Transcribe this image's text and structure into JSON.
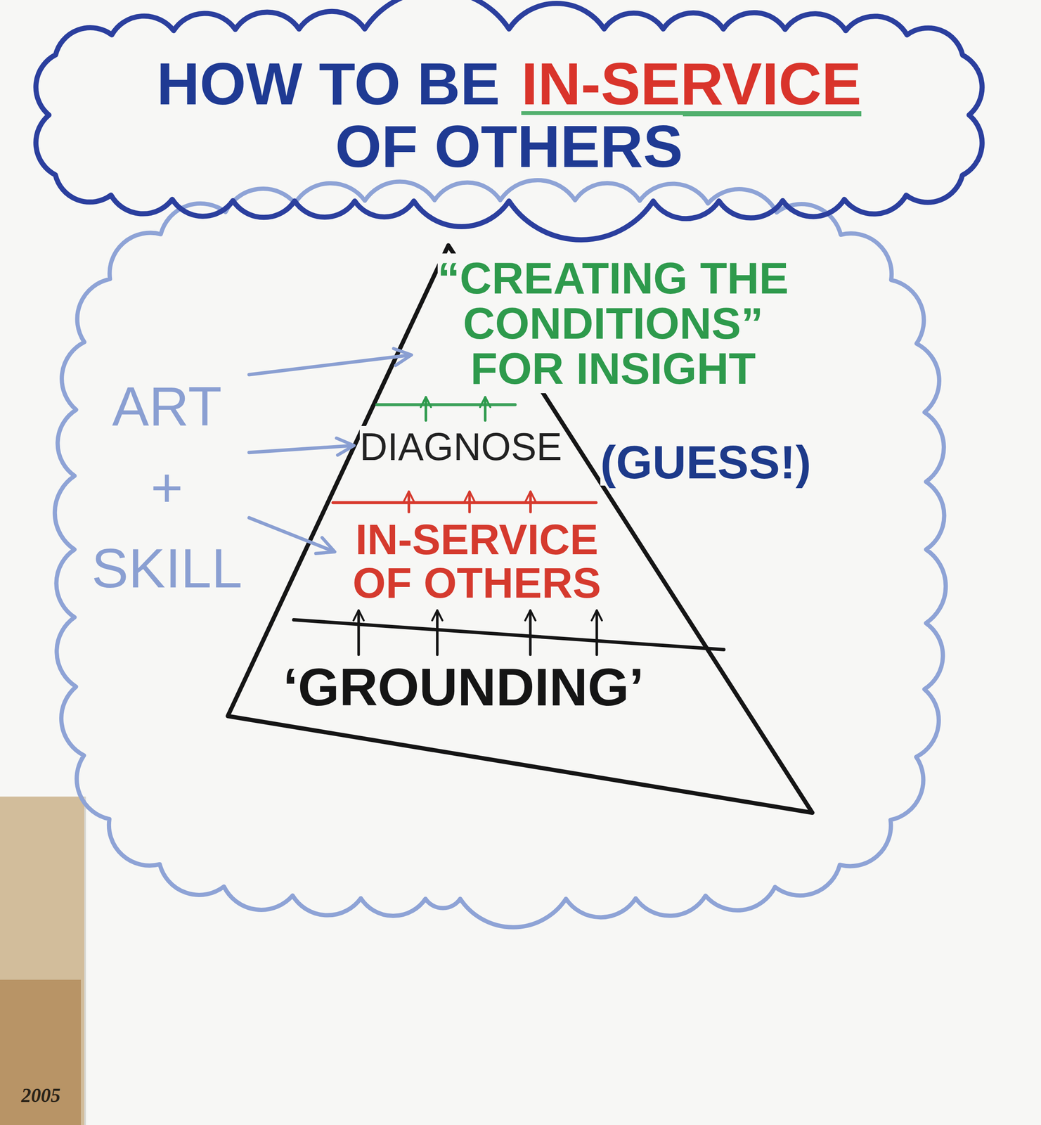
{
  "diagram": {
    "nodes": [
      {
        "text": [
          "HOW TO BE",
          "IN-SERVICE",
          "OF OTHERS"
        ]
      },
      {
        "text": [
          "ART + SKILL"
        ]
      },
      {
        "text": [
          "“CREATING THE CONDITIONS” FOR INSIGHT"
        ]
      },
      {
        "text": [
          "DIAGNOSE",
          "(GUESS!)"
        ]
      },
      {
        "text": [
          "IN-SERVICE OF OTHERS"
        ]
      },
      {
        "text": [
          "‘GROUNDING’"
        ]
      }
    ],
    "edges": [
      {
        "from": 1,
        "to": 2,
        "arrow": "to"
      },
      {
        "from": 1,
        "to": 3,
        "arrow": "to"
      },
      {
        "from": 1,
        "to": 4,
        "arrow": "to"
      },
      {
        "from": 3,
        "to": 2,
        "arrow": "to"
      },
      {
        "from": 3,
        "to": 2,
        "arrow": "to"
      },
      {
        "from": 4,
        "to": 3,
        "arrow": "to"
      },
      {
        "from": 4,
        "to": 3,
        "arrow": "to"
      },
      {
        "from": 4,
        "to": 3,
        "arrow": "to"
      },
      {
        "from": 5,
        "to": 4,
        "arrow": "to"
      },
      {
        "from": 5,
        "to": 4,
        "arrow": "to"
      },
      {
        "from": 5,
        "to": 4,
        "arrow": "to"
      },
      {
        "from": 5,
        "to": 4,
        "arrow": "to"
      }
    ],
    "labels": [
      "2005"
    ]
  }
}
